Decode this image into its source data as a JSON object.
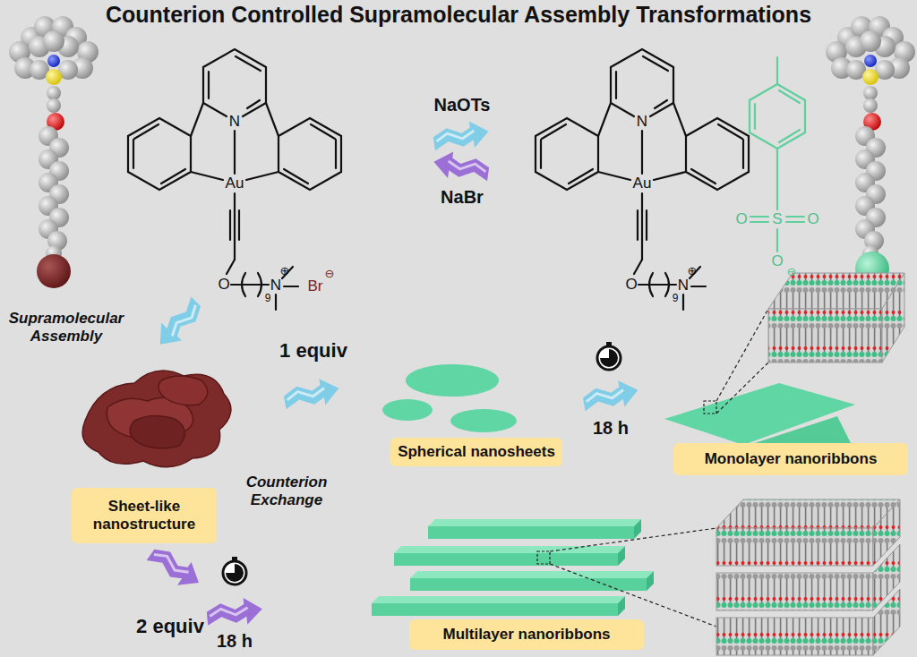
{
  "diagram": {
    "title": "Counterion Controlled Supramolecular Assembly Transformations",
    "nodes": [
      {
        "text": [
          "Spherical nanosheets"
        ]
      },
      {
        "text": [
          "Monolayer nanoribbons"
        ]
      },
      {
        "text": [
          "Sheet-like nanostructure"
        ]
      },
      {
        "text": [
          "Multilayer nanoribbons"
        ]
      }
    ],
    "labels": [
      "NaOTs",
      "NaBr",
      "N",
      "Au",
      "O",
      "9",
      "N",
      "⊕",
      "Br",
      "⊖",
      "N",
      "Au",
      "O",
      "9",
      "N",
      "⊕",
      "O",
      "S",
      "O",
      "O",
      "⊖",
      "Supramolecular Assembly",
      "1 equiv",
      "Counterion Exchange",
      "18 h",
      "2 equiv",
      "18 h"
    ]
  }
}
